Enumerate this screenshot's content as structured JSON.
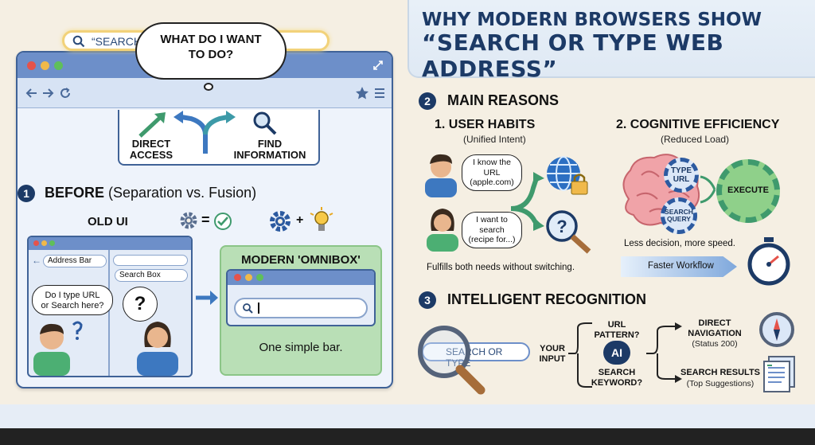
{
  "title": {
    "line1": "WHY MODERN BROWSERS SHOW",
    "line2": "“SEARCH OR TYPE WEB ADDRESS”"
  },
  "hero": {
    "thought_bubble": [
      "WHAT DO I WANT",
      "TO DO?"
    ],
    "address_bar_text": "“SEARCH OR TYPE WEB ADDRESS”",
    "choice_left": [
      "DIRECT",
      "ACCESS"
    ],
    "choice_right": [
      "FIND",
      "INFORMATION"
    ]
  },
  "section1": {
    "number": "1",
    "heading": "BEFORE",
    "heading_paren": "(Separation vs. Fusion)",
    "old_ui_label": "OLD UI",
    "old_address_bar": "Address Bar",
    "old_search_box": "Search Box",
    "old_bubble": [
      "Do I type URL",
      "or Search here?"
    ],
    "old_question": "?",
    "new_ui_label": "MODERN 'OMNIBOX'",
    "new_caption": "One simple bar.",
    "equals": "=",
    "plus": "+"
  },
  "section2": {
    "number": "2",
    "heading": "MAIN REASONS",
    "col1_title": "1. USER HABITS",
    "col1_sub": "(Unified Intent)",
    "bubble_url": [
      "I know the",
      "URL",
      "(apple.com)"
    ],
    "bubble_search": [
      "I want to",
      "search",
      "(recipe for...)"
    ],
    "col1_footer": "Fulfills both needs without switching.",
    "col2_title": "2. COGNITIVE EFFICIENCY",
    "col2_sub": "(Reduced Load)",
    "gear_type_url": [
      "TYPE",
      "URL"
    ],
    "gear_search_query": [
      "SEARCH",
      "QUERY"
    ],
    "gear_execute": "EXECUTE",
    "col2_note": "Less decision, more speed.",
    "col2_arrow": "Faster Workflow"
  },
  "section3": {
    "number": "3",
    "heading": "INTELLIGENT RECOGNITION",
    "search_box": "SEARCH OR TYPE",
    "your_input": [
      "YOUR",
      "INPUT"
    ],
    "url_pattern": [
      "URL",
      "PATTERN?"
    ],
    "ai": "AI",
    "search_keyword": [
      "SEARCH",
      "KEYWORD?"
    ],
    "direct_nav": [
      "DIRECT",
      "NAVIGATION"
    ],
    "direct_nav_sub": "(Status 200)",
    "search_results": "SEARCH RESULTS",
    "search_results_sub": "(Top Suggestions)"
  },
  "colors": {
    "navy": "#1c3a66",
    "browser_blue": "#6d8fc9",
    "omnibox_green": "#b9dfb6",
    "highlight_yellow": "#f2d27a",
    "arrow_green": "#3f9a6d",
    "arrow_blue": "#3d78c0"
  }
}
